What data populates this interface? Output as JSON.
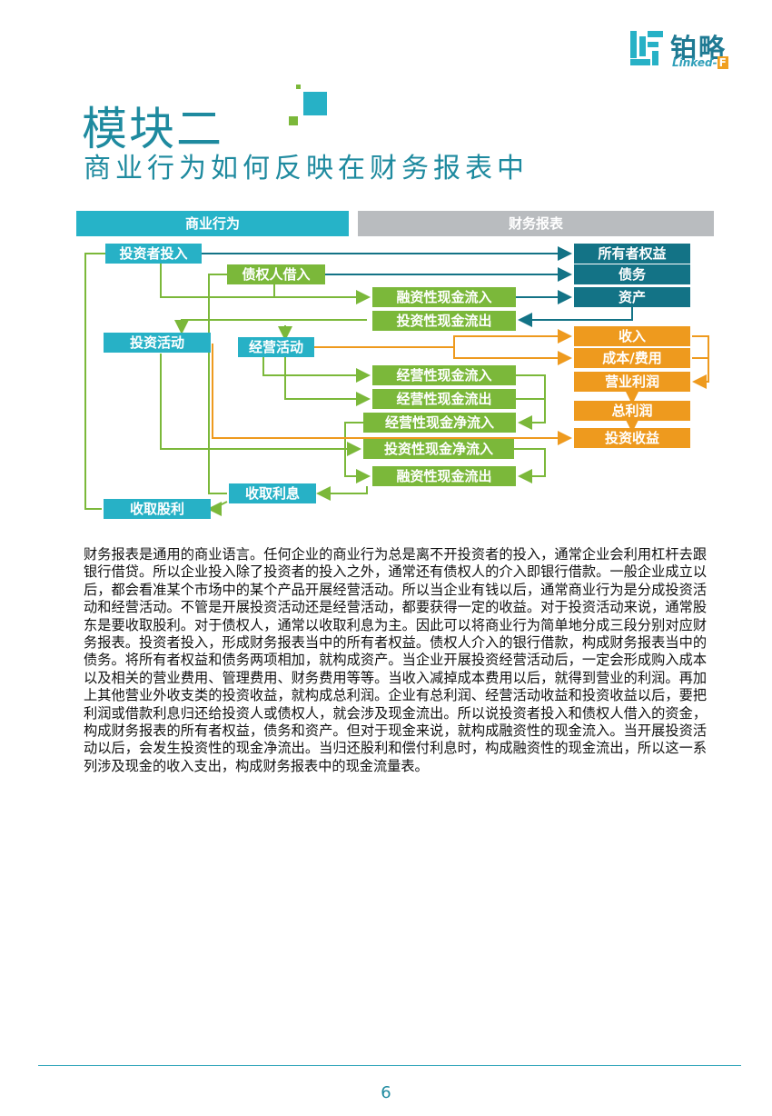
{
  "logo": {
    "cn": "铂略",
    "en": "Linked-",
    "en_tag": "F"
  },
  "module_title": "模块二",
  "subtitle": "商业行为如何反映在财务报表中",
  "headers": {
    "business": "商业行为",
    "statements": "财务报表"
  },
  "boxes": {
    "investor_input": "投资者投入",
    "creditor_borrow": "债权人借入",
    "financing_cash_in": "融资性现金流入",
    "investing_cash_out": "投资性现金流出",
    "investing_activity": "投资活动",
    "operating_activity": "经营活动",
    "operating_cash_in": "经营性现金流入",
    "operating_cash_out": "经营性现金流出",
    "operating_cash_net": "经营性现金净流入",
    "investing_cash_net": "投资性现金净流入",
    "financing_cash_out": "融资性现金流出",
    "collect_interest": "收取利息",
    "collect_dividend": "收取股利",
    "owners_equity": "所有者权益",
    "liabilities": "债务",
    "assets": "资产",
    "revenue": "收入",
    "cost_expense": "成本/费用",
    "operating_profit": "营业利润",
    "total_profit": "总利润",
    "investment_income": "投资收益"
  },
  "paragraph": "财务报表是通用的商业语言。任何企业的商业行为总是离不开投资者的投入，通常企业会利用杠杆去跟银行借贷。所以企业投入除了投资者的投入之外，通常还有债权人的介入即银行借款。一般企业成立以后，都会看准某个市场中的某个产品开展经营活动。所以当企业有钱以后，通常商业行为是分成投资活动和经营活动。不管是开展投资活动还是经营活动，都要获得一定的收益。对于投资活动来说，通常股东是要收取股利。对于债权人，通常以收取利息为主。因此可以将商业行为简单地分成三段分别对应财务报表。投资者投入，形成财务报表当中的所有者权益。债权人介入的银行借款，构成财务报表当中的债务。将所有者权益和债务两项相加，就构成资产。当企业开展投资经营活动后，一定会形成购入成本以及相关的营业费用、管理费用、财务费用等等。当收入减掉成本费用以后，就得到营业的利润。再加上其他营业外收支类的投资收益，就构成总利润。企业有总利润、经营活动收益和投资收益以后，要把利润或借款利息归还给投资人或债权人，就会涉及现金流出。所以说投资者投入和债权人借入的资金，构成财务报表的所有者权益，债务和资产。但对于现金来说，就构成融资性的现金流入。当开展投资活动以后，会发生投资性的现金净流出。当归还股利和偿付利息时，构成融资性的现金流出，所以这一系列涉及现金的收入支出，构成财务报表中的现金流量表。",
  "page_number": "6",
  "colors": {
    "cyan": "#27b1c6",
    "green": "#7bb83a",
    "teal": "#137386",
    "orange": "#ee9a1e",
    "grey": "#b9bcbf"
  }
}
